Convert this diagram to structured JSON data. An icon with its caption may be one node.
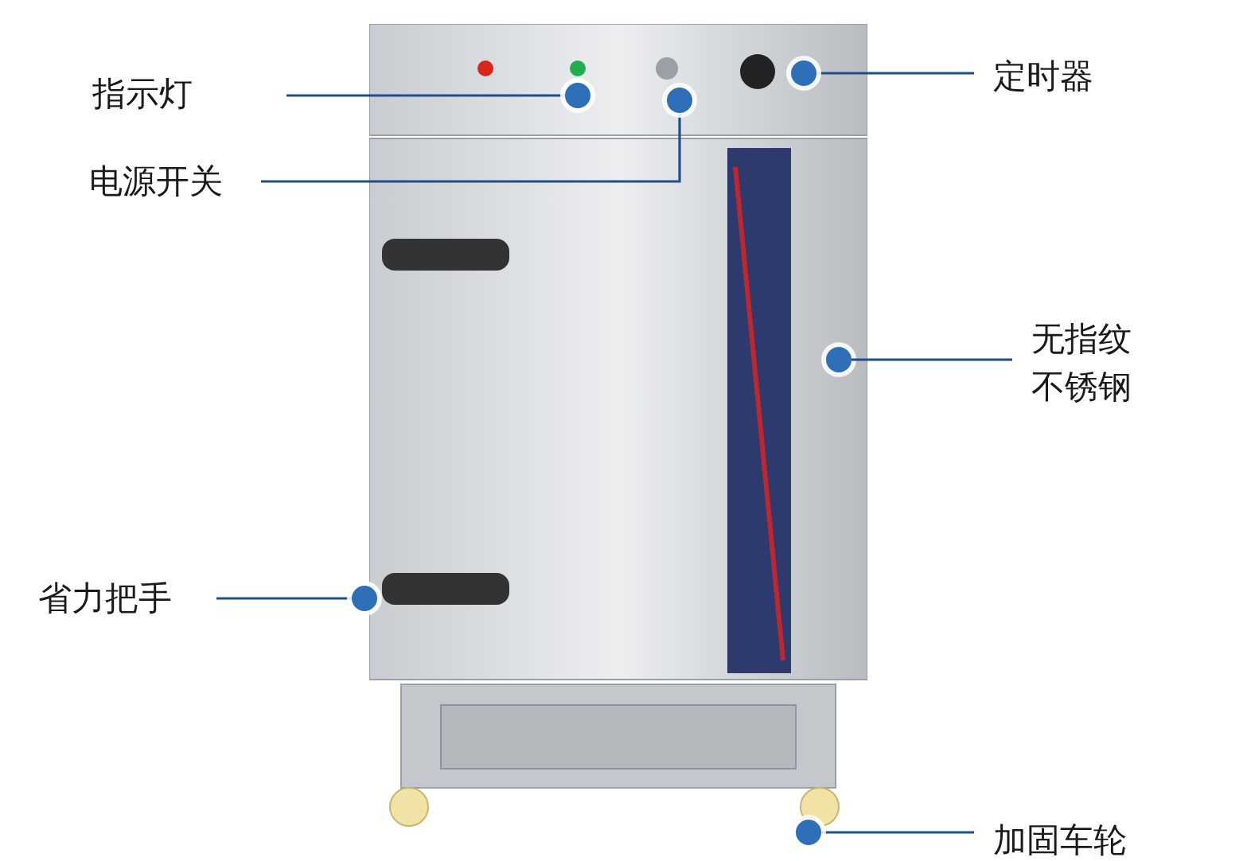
{
  "diagram": {
    "nodes": [
      {
        "text": [],
        "shape": "picture"
      },
      {
        "text": [
          "指示灯"
        ]
      },
      {
        "text": [
          "电源开关"
        ]
      },
      {
        "text": [
          "定时器"
        ]
      },
      {
        "text": [
          "无指纹不锈钢"
        ]
      },
      {
        "text": [
          "省力把手"
        ]
      },
      {
        "text": [
          "加固车轮"
        ]
      },
      {
        "text": [],
        "shape": "circle"
      },
      {
        "text": [],
        "shape": "circle"
      },
      {
        "text": [],
        "shape": "circle"
      },
      {
        "text": [],
        "shape": "circle",
        "in": 0
      },
      {
        "text": [],
        "shape": "circle"
      },
      {
        "text": [],
        "shape": "circle"
      }
    ],
    "edges": [
      {
        "from": 1,
        "to": 7,
        "arrow": "none"
      },
      {
        "from": 2,
        "to": 8,
        "arrow": "none"
      },
      {
        "from": 3,
        "to": 9,
        "arrow": "none"
      },
      {
        "from": 4,
        "to": 10,
        "arrow": "none"
      },
      {
        "from": 5,
        "to": 11,
        "arrow": "none"
      },
      {
        "from": 6,
        "to": 12,
        "arrow": "none"
      }
    ]
  }
}
